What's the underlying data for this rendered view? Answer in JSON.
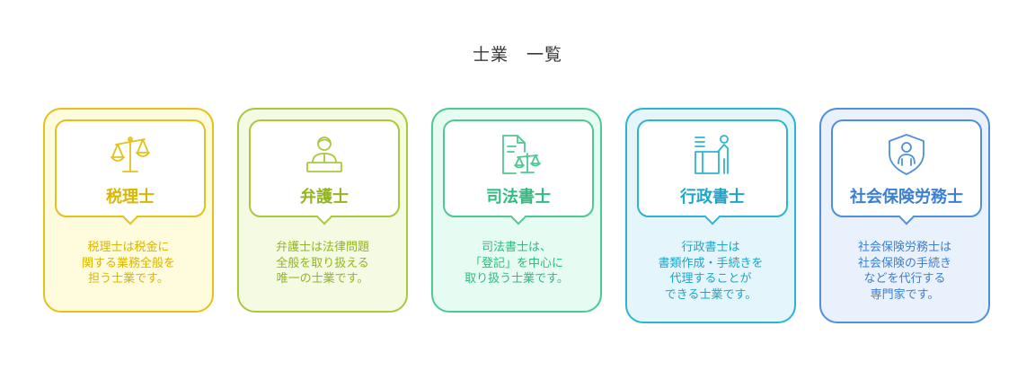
{
  "title": "士業　一覧",
  "cards": [
    {
      "name": "税理士",
      "description": "税理士は税金に\n関する業務全般を\n担う士業です。",
      "icon": "scales-icon",
      "accent": "#e2c21b",
      "text": "#d9b600",
      "bg": "#fffbdd"
    },
    {
      "name": "弁護士",
      "description": "弁護士は法律問題\n全般を取り扱える\n唯一の士業です。",
      "icon": "lawyer-icon",
      "accent": "#a8c93b",
      "text": "#93b51f",
      "bg": "#f5fbe3"
    },
    {
      "name": "司法書士",
      "description": "司法書士は、\n「登記」を中心に\n取り扱う士業です。",
      "icon": "legal-document-icon",
      "accent": "#4ec994",
      "text": "#2ebc80",
      "bg": "#e6fbf1"
    },
    {
      "name": "行政書士",
      "description": "行政書士は\n書類作成・手続きを\n代理することが\nできる士業です。",
      "icon": "clerk-desk-icon",
      "accent": "#2fb3d5",
      "text": "#1aa6cb",
      "bg": "#e4f6fc"
    },
    {
      "name": "社会保険労務士",
      "description": "社会保険労務士は\n社会保険の手続き\nなどを代行する\n専門家です。",
      "icon": "shield-person-icon",
      "accent": "#4f8fdc",
      "text": "#3b7fd4",
      "bg": "#e9f1fc"
    }
  ]
}
